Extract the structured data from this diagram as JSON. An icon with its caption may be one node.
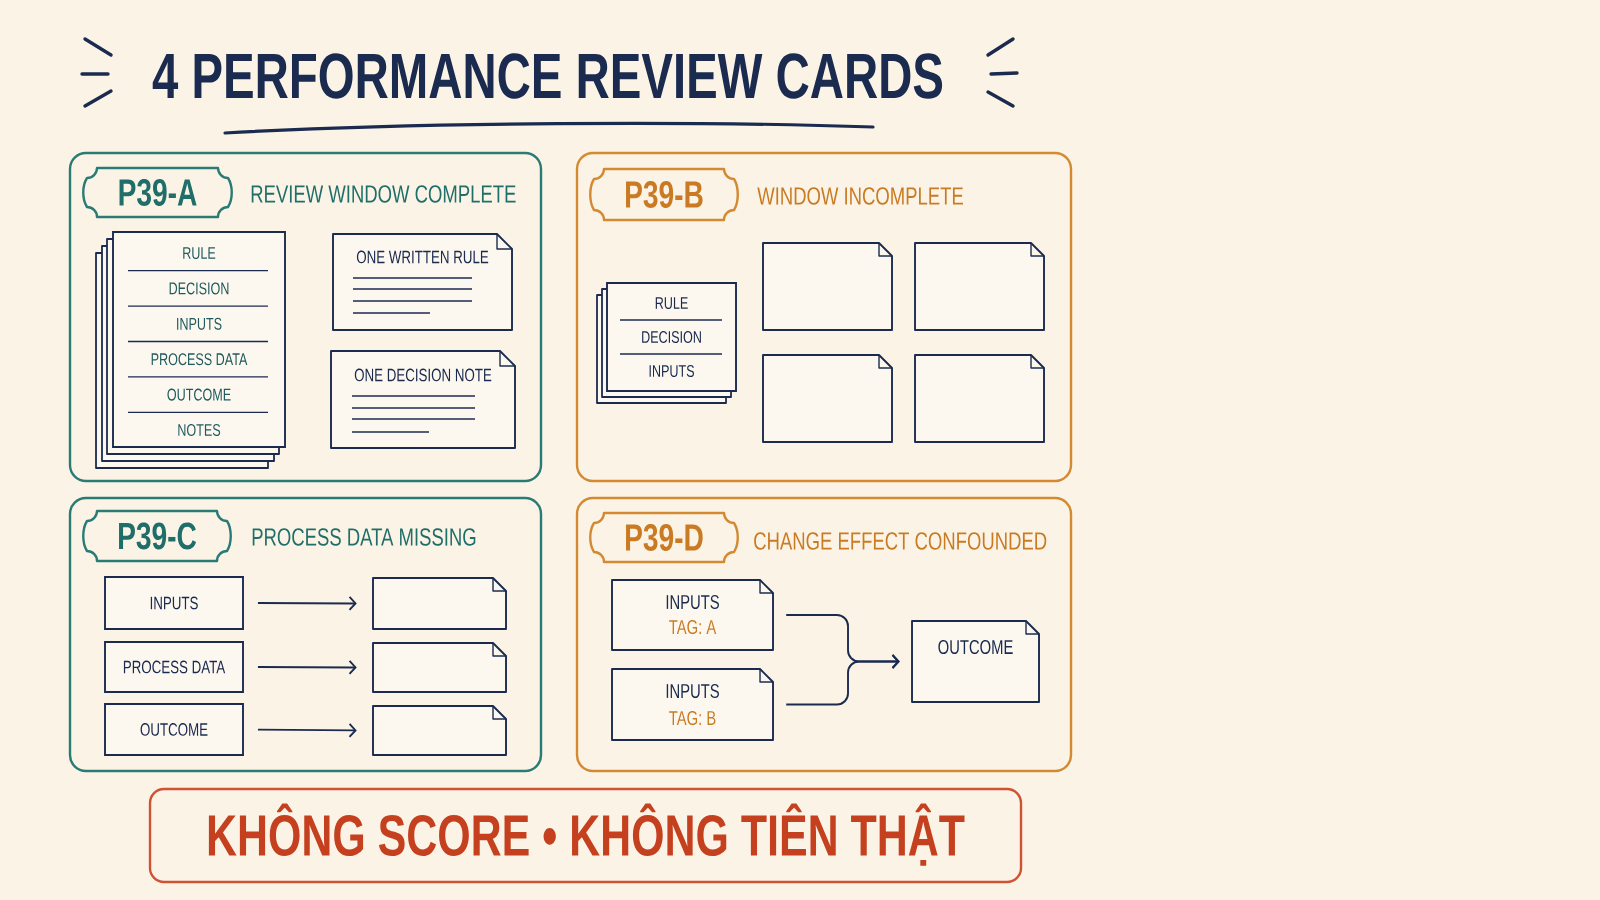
{
  "diagram": {
    "title": "4 PERFORMANCE REVIEW CARDS",
    "nodes": [
      {
        "text": [
          "REVIEW WINDOW COMPLETE"
        ]
      },
      {
        "text": [
          "P39-A"
        ],
        "in": 0
      },
      {
        "text": [
          "RULE",
          "DECISION",
          "INPUTS",
          "PROCESS DATA",
          "OUTCOME",
          "NOTES"
        ],
        "in": 0
      },
      {
        "text": [
          "ONE WRITTEN RULE"
        ],
        "in": 0
      },
      {
        "text": [
          "ONE DECISION NOTE"
        ],
        "in": 0
      },
      {
        "text": [
          "WINDOW INCOMPLETE"
        ]
      },
      {
        "text": [
          "P39-B"
        ],
        "in": 5
      },
      {
        "text": [
          "RULE",
          "DECISION",
          "INPUTS"
        ],
        "in": 5
      },
      {
        "text": [],
        "shape": "document",
        "in": 5
      },
      {
        "text": [],
        "shape": "document",
        "in": 5
      },
      {
        "text": [],
        "shape": "document",
        "in": 5
      },
      {
        "text": [],
        "shape": "document",
        "in": 5
      },
      {
        "text": [
          "PROCESS DATA MISSING"
        ]
      },
      {
        "text": [
          "P39-C"
        ],
        "in": 12
      },
      {
        "text": [
          "INPUTS"
        ],
        "in": 12
      },
      {
        "text": [],
        "shape": "document",
        "in": 12
      },
      {
        "text": [
          "PROCESS DATA"
        ],
        "in": 12
      },
      {
        "text": [],
        "shape": "document",
        "in": 12
      },
      {
        "text": [
          "OUTCOME"
        ],
        "in": 12
      },
      {
        "text": [],
        "shape": "document",
        "in": 12
      },
      {
        "text": [
          "CHANGE EFFECT CONFOUNDED"
        ]
      },
      {
        "text": [
          "P39-D"
        ],
        "in": 20
      },
      {
        "text": [
          "INPUTS",
          "TAG: A"
        ],
        "in": 20
      },
      {
        "text": [
          "INPUTS",
          "TAG: B"
        ],
        "in": 20
      },
      {
        "text": [
          "OUTCOME"
        ],
        "in": 20
      },
      {
        "text": [
          "KHÔNG SCORE • KHÔNG TIÊN THẬT"
        ]
      }
    ],
    "edges": [
      {
        "from": 14,
        "to": 15,
        "arrow": "to"
      },
      {
        "from": 16,
        "to": 17,
        "arrow": "to"
      },
      {
        "from": 18,
        "to": 19,
        "arrow": "to"
      },
      {
        "from": 22,
        "to": 24,
        "arrow": "to"
      },
      {
        "from": 23,
        "to": 24,
        "arrow": "to"
      }
    ]
  }
}
